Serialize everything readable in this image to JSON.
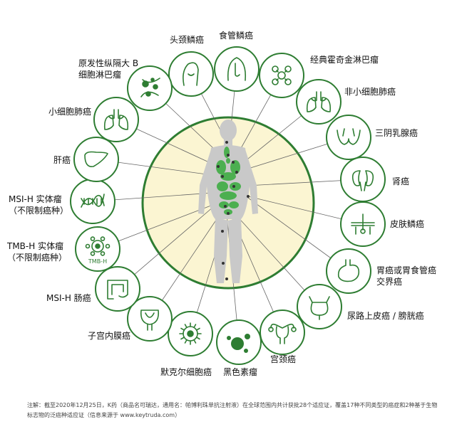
{
  "diagram": {
    "accent_color": "#2e7d32",
    "center_fill": "#fbf5d2",
    "nodes": [
      {
        "id": "head-neck",
        "icon": "head-neck-icon",
        "label": [
          "头颈鳞癌"
        ]
      },
      {
        "id": "esophageal",
        "icon": "esophagus-icon",
        "label": [
          "食管鳞癌"
        ]
      },
      {
        "id": "hodgkin",
        "icon": "lymph-node-icon",
        "label": [
          "经典霍奇金淋巴瘤"
        ]
      },
      {
        "id": "nsclc",
        "icon": "lungs-icon",
        "label": [
          "非小细胞肺癌"
        ]
      },
      {
        "id": "tnbc",
        "icon": "breast-icon",
        "label": [
          "三阴乳腺癌"
        ]
      },
      {
        "id": "kidney",
        "icon": "kidney-icon",
        "label": [
          "肾癌"
        ]
      },
      {
        "id": "skin",
        "icon": "skin-icon",
        "label": [
          "皮肤鳞癌"
        ]
      },
      {
        "id": "gastric",
        "icon": "stomach-icon",
        "label": [
          "胃癌或胃食管癌",
          "交界癌"
        ]
      },
      {
        "id": "urothelial",
        "icon": "bladder-icon",
        "label": [
          "尿路上皮癌 / 膀胱癌"
        ]
      },
      {
        "id": "cervical",
        "icon": "uterus-icon",
        "label": [
          "宫颈癌"
        ]
      },
      {
        "id": "melanoma",
        "icon": "melanoma-icon",
        "label": [
          "黑色素瘤"
        ]
      },
      {
        "id": "merkel",
        "icon": "merkel-cell-icon",
        "label": [
          "默克尔细胞癌"
        ]
      },
      {
        "id": "endometrial",
        "icon": "endometrium-icon",
        "label": [
          "子宫内膜癌"
        ]
      },
      {
        "id": "msi-h-colorectal",
        "icon": "colon-icon",
        "label": [
          "MSI-H 肠癌"
        ]
      },
      {
        "id": "tmb-h",
        "icon": "tmb-cell-icon",
        "label": [
          "TMB-H 实体瘤",
          "（不限制癌种）"
        ],
        "badge": "TMB-H"
      },
      {
        "id": "msi-h-solid",
        "icon": "dna-icon",
        "label": [
          "MSI-H 实体瘤",
          "（不限制癌种）"
        ]
      },
      {
        "id": "liver",
        "icon": "liver-icon",
        "label": [
          "肝癌"
        ]
      },
      {
        "id": "sclc",
        "icon": "lungs-icon",
        "label": [
          "小细胞肺癌"
        ]
      },
      {
        "id": "pmbcl",
        "icon": "lymphocytes-icon",
        "label": [
          "原发性纵隔大 B",
          "细胞淋巴瘤"
        ]
      }
    ]
  },
  "footnote": "注解：截至2020年12月25日，K药（商品名可瑞达，通用名：帕博利珠单抗注射液）在全球范围内共计获批28个适应证，覆盖17种不同类型的癌症和2种基于生物标志物的泛癌种适应证（信息来源于 www.keytruda.com）"
}
